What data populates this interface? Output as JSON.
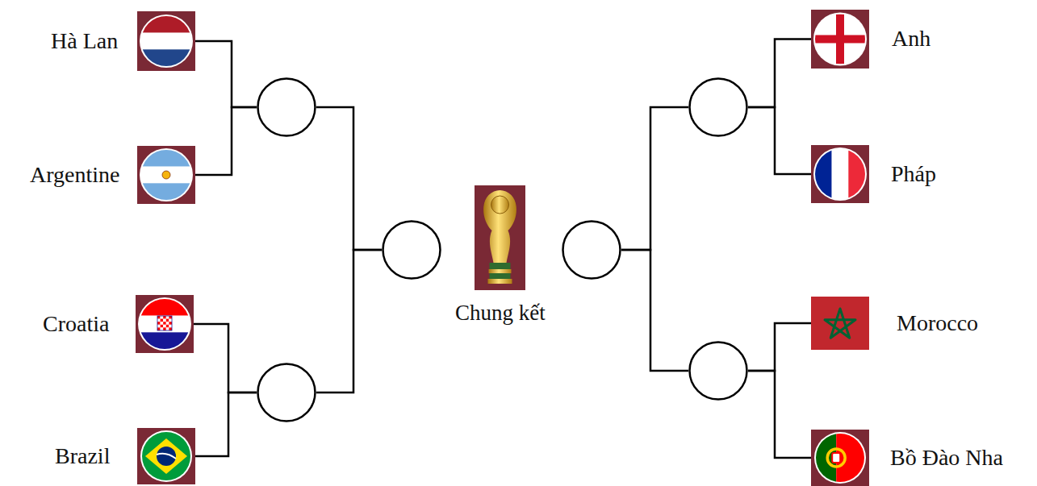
{
  "diagram": {
    "nodes": [
      {
        "text": [
          "Hà Lan"
        ]
      },
      {
        "text": [
          "Argentine"
        ]
      },
      {
        "text": [
          "Croatia"
        ]
      },
      {
        "text": [
          "Brazil"
        ]
      },
      {
        "text": []
      },
      {
        "text": []
      },
      {
        "text": []
      },
      {
        "text": [
          "Chung kết"
        ]
      },
      {
        "text": []
      },
      {
        "text": []
      },
      {
        "text": []
      },
      {
        "text": [
          "Anh"
        ]
      },
      {
        "text": [
          "Pháp"
        ]
      },
      {
        "text": [
          "Morocco"
        ]
      },
      {
        "text": [
          "Bồ Đào Nha"
        ]
      }
    ],
    "edges": [
      {
        "from": 0,
        "to": 4,
        "arrow": "none"
      },
      {
        "from": 1,
        "to": 4,
        "arrow": "none"
      },
      {
        "from": 2,
        "to": 5,
        "arrow": "none"
      },
      {
        "from": 3,
        "to": 5,
        "arrow": "none"
      },
      {
        "from": 4,
        "to": 6,
        "arrow": "none"
      },
      {
        "from": 5,
        "to": 6,
        "arrow": "none"
      },
      {
        "from": 11,
        "to": 9,
        "arrow": "none"
      },
      {
        "from": 12,
        "to": 9,
        "arrow": "none"
      },
      {
        "from": 13,
        "to": 10,
        "arrow": "none"
      },
      {
        "from": 14,
        "to": 10,
        "arrow": "none"
      },
      {
        "from": 9,
        "to": 8,
        "arrow": "none"
      },
      {
        "from": 10,
        "to": 8,
        "arrow": "none"
      }
    ]
  }
}
